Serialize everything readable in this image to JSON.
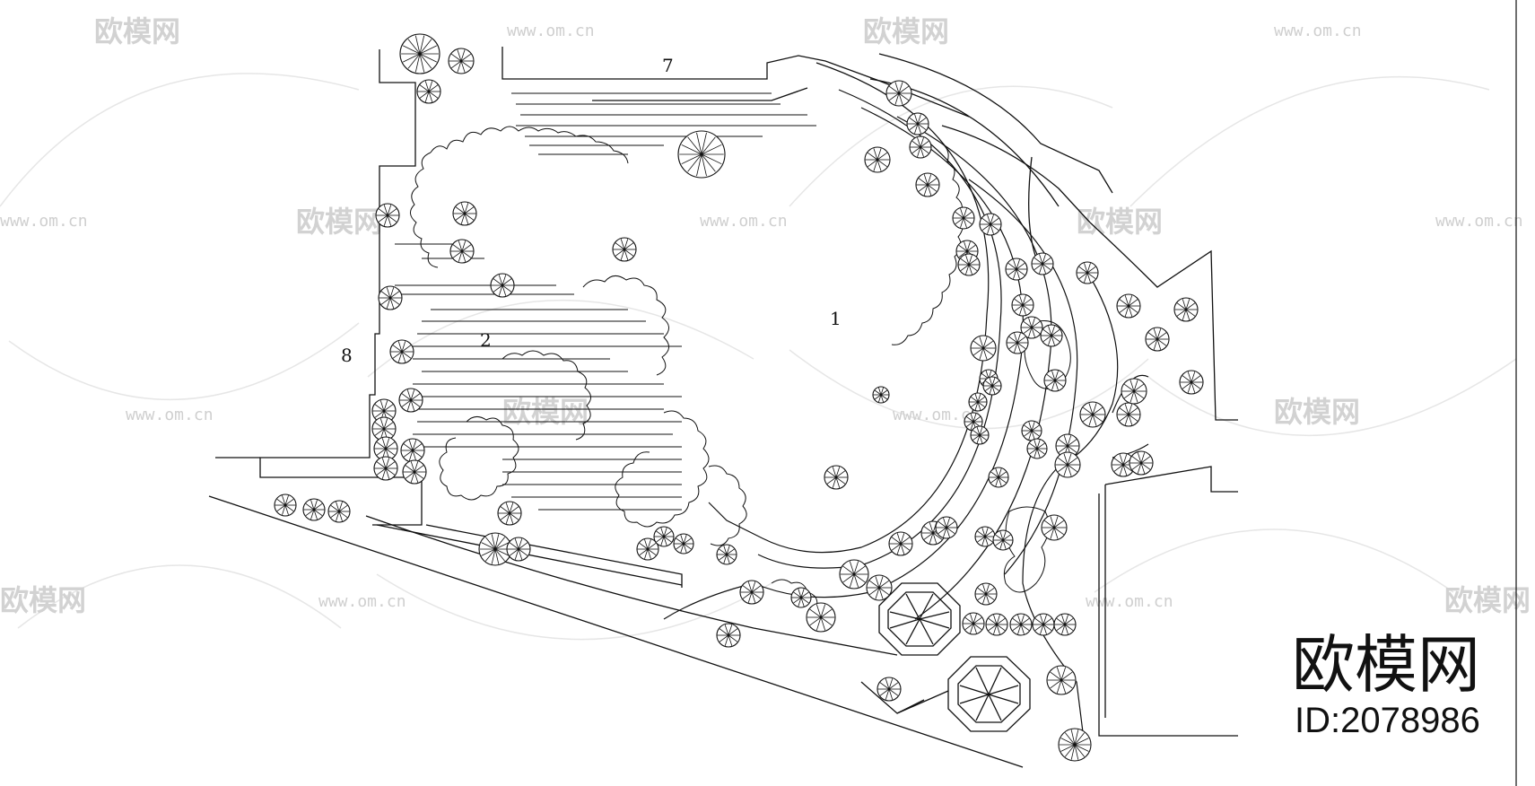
{
  "watermark": {
    "brand_text": "欧模网",
    "url_text": "www.om.cn"
  },
  "plan": {
    "labels": [
      "1",
      "2",
      "7",
      "8"
    ]
  },
  "brand_block": {
    "name": "欧模网",
    "id": "ID:2078986"
  },
  "colors": {
    "line": "#111111",
    "watermark": "#d2d2d2"
  }
}
